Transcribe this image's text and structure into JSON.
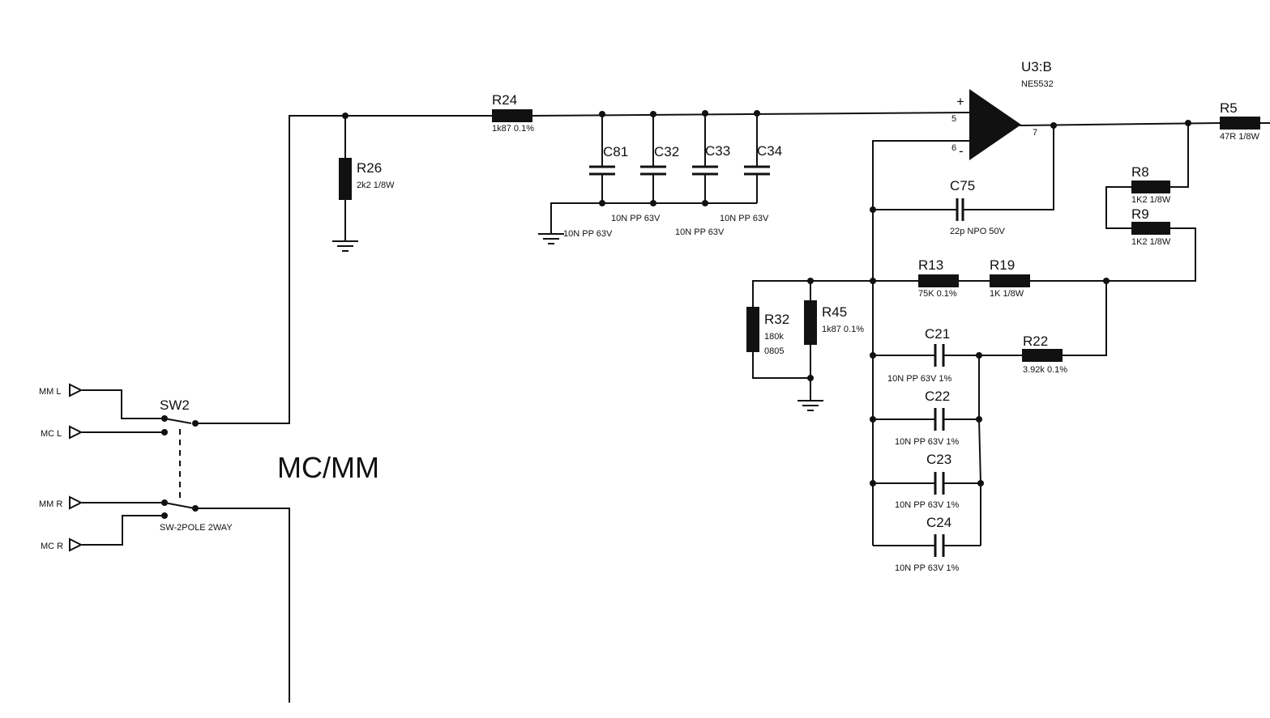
{
  "labels": {
    "section": "MC/MM",
    "opamp_ref": "U3:B",
    "opamp_part": "NE5532",
    "pin_plus": "+",
    "pin_minus": "-",
    "pin5": "5",
    "pin6": "6",
    "pin7": "7"
  },
  "ports": {
    "mm_l": "MM L",
    "mc_l": "MC L",
    "mm_r": "MM R",
    "mc_r": "MC R"
  },
  "switch": {
    "ref": "SW2",
    "value": "SW-2POLE 2WAY"
  },
  "components": {
    "R24": {
      "ref": "R24",
      "value": "1k87 0.1%"
    },
    "R26": {
      "ref": "R26",
      "value": "2k2 1/8W"
    },
    "C81": {
      "ref": "C81",
      "value": "10N PP 63V"
    },
    "C32": {
      "ref": "C32",
      "value": "10N PP 63V"
    },
    "C33": {
      "ref": "C33",
      "value": "10N PP 63V"
    },
    "C34": {
      "ref": "C34",
      "value": "10N PP 63V"
    },
    "C75": {
      "ref": "C75",
      "value": "22p NPO 50V"
    },
    "R5": {
      "ref": "R5",
      "value": "47R 1/8W"
    },
    "R8": {
      "ref": "R8",
      "value": "1K2 1/8W"
    },
    "R9": {
      "ref": "R9",
      "value": "1K2 1/8W"
    },
    "R13": {
      "ref": "R13",
      "value": "75K 0.1%"
    },
    "R19": {
      "ref": "R19",
      "value": "1K 1/8W"
    },
    "R32": {
      "ref": "R32",
      "value1": "180k",
      "value2": "0805"
    },
    "R45": {
      "ref": "R45",
      "value": "1k87 0.1%"
    },
    "R22": {
      "ref": "R22",
      "value": "3.92k 0.1%"
    },
    "C21": {
      "ref": "C21",
      "value": "10N PP 63V 1%"
    },
    "C22": {
      "ref": "C22",
      "value": "10N PP 63V 1%"
    },
    "C23": {
      "ref": "C23",
      "value": "10N PP 63V 1%"
    },
    "C24": {
      "ref": "C24",
      "value": "10N PP 63V 1%"
    }
  }
}
